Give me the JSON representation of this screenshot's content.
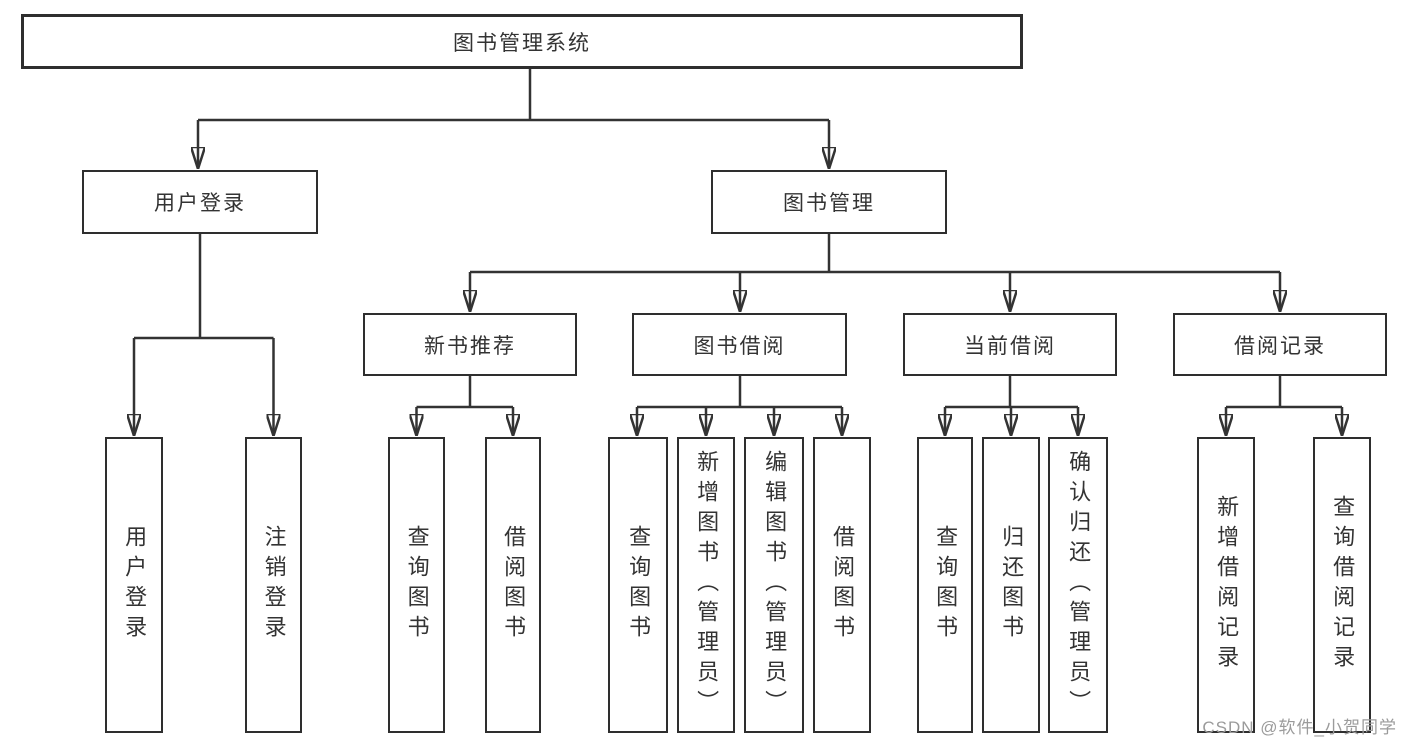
{
  "diagram": {
    "type": "tree",
    "title_node": "图书管理系统",
    "root": {
      "label": "图书管理系统"
    },
    "level2": [
      {
        "id": "user-login",
        "label": "用户登录",
        "parent": "图书管理系统"
      },
      {
        "id": "book-management",
        "label": "图书管理",
        "parent": "图书管理系统"
      }
    ],
    "level3": [
      {
        "id": "new-book-recommend",
        "label": "新书推荐",
        "parent": "图书管理"
      },
      {
        "id": "book-borrow",
        "label": "图书借阅",
        "parent": "图书管理"
      },
      {
        "id": "current-borrow",
        "label": "当前借阅",
        "parent": "图书管理"
      },
      {
        "id": "borrow-records",
        "label": "借阅记录",
        "parent": "图书管理"
      }
    ],
    "leaves": [
      {
        "label": "用户登录",
        "parent": "用户登录"
      },
      {
        "label": "注销登录",
        "parent": "用户登录"
      },
      {
        "label": "查询图书",
        "parent": "新书推荐"
      },
      {
        "label": "借阅图书",
        "parent": "新书推荐"
      },
      {
        "label": "查询图书",
        "parent": "图书借阅"
      },
      {
        "label": "新增图书（管理员）",
        "parent": "图书借阅"
      },
      {
        "label": "编辑图书（管理员）",
        "parent": "图书借阅"
      },
      {
        "label": "借阅图书",
        "parent": "图书借阅"
      },
      {
        "label": "查询图书",
        "parent": "当前借阅"
      },
      {
        "label": "归还图书",
        "parent": "当前借阅"
      },
      {
        "label": "确认归还（管理员）",
        "parent": "当前借阅"
      },
      {
        "label": "新增借阅记录",
        "parent": "借阅记录"
      },
      {
        "label": "查询借阅记录",
        "parent": "借阅记录"
      }
    ],
    "colors": {
      "line": "#333333",
      "box_border": "#2e2e2e",
      "text": "#333333",
      "background": "#ffffff",
      "watermark": "#9b9b9b"
    }
  },
  "watermark": {
    "text": "CSDN @软件_小贺同学"
  }
}
